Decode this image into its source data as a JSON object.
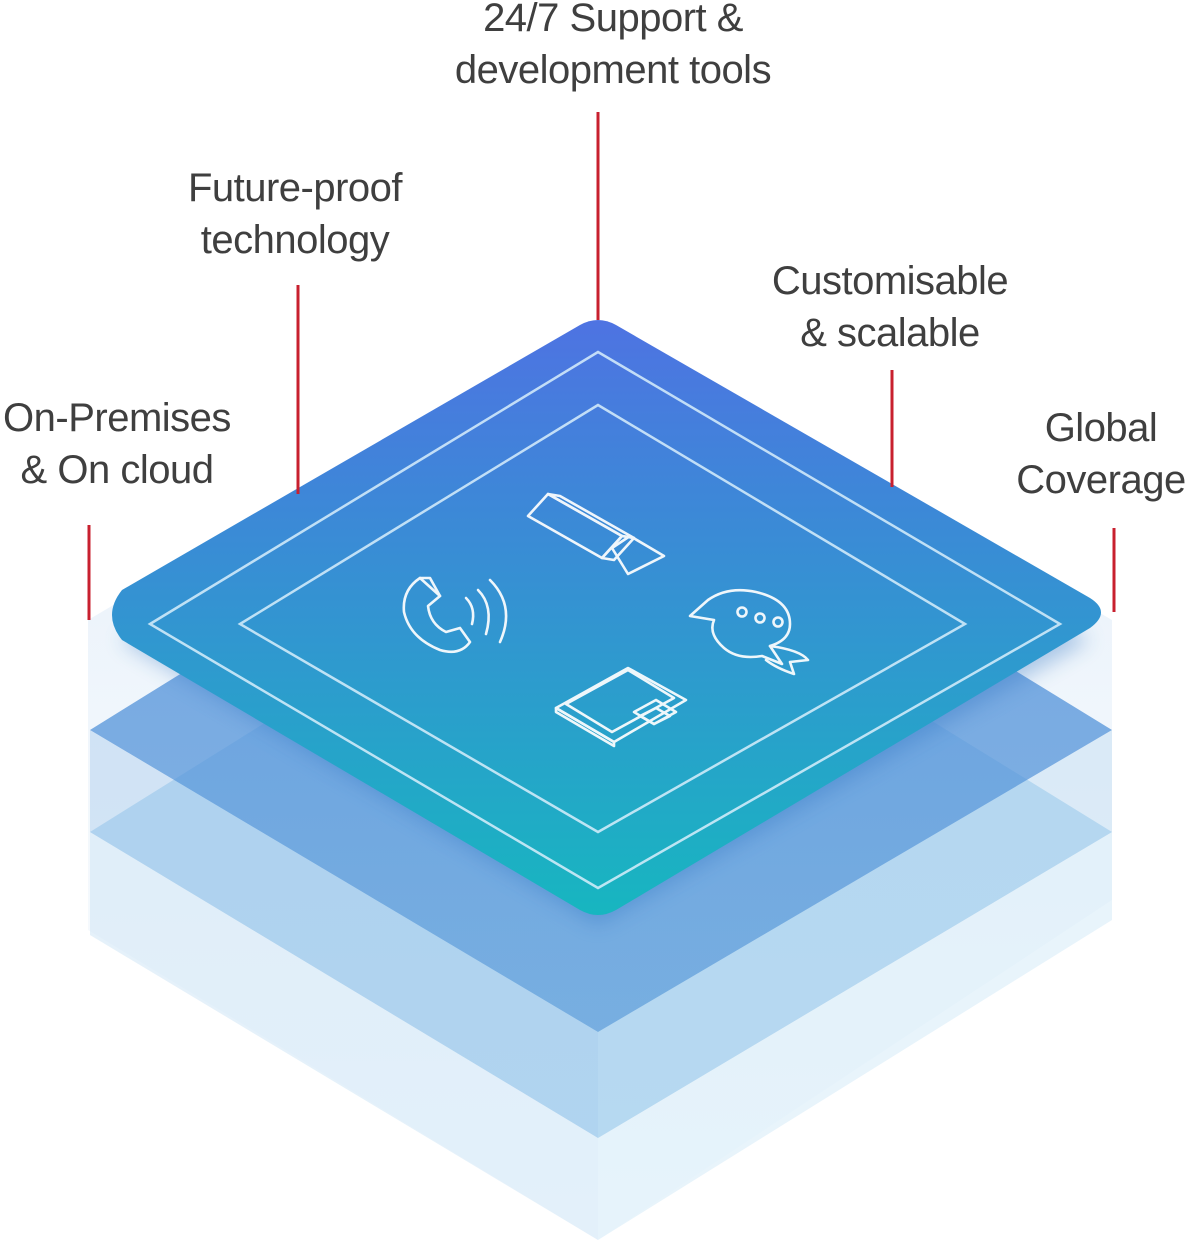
{
  "labels": {
    "support": {
      "line1": "24/7 Support &",
      "line2": "development tools"
    },
    "future": {
      "line1": "Future-proof",
      "line2": "technology"
    },
    "custom": {
      "line1": "Customisable",
      "line2": "& scalable"
    },
    "premises": {
      "line1": "On-Premises",
      "line2": "& On cloud"
    },
    "global": {
      "line1": "Global",
      "line2": "Coverage"
    }
  },
  "icons": [
    "video-camera-icon",
    "phone-call-icon",
    "chat-bubbles-icon",
    "tablet-device-icon"
  ],
  "colors": {
    "connector_line": "#c8202f",
    "label_text": "#3f3f3f",
    "top_layer_start": "#4e79e0",
    "top_layer_end": "#1db4c4",
    "mid_layer": "#6aa9e0",
    "bottom_layer": "#a9d2f0",
    "icon_stroke": "#ffffff"
  }
}
